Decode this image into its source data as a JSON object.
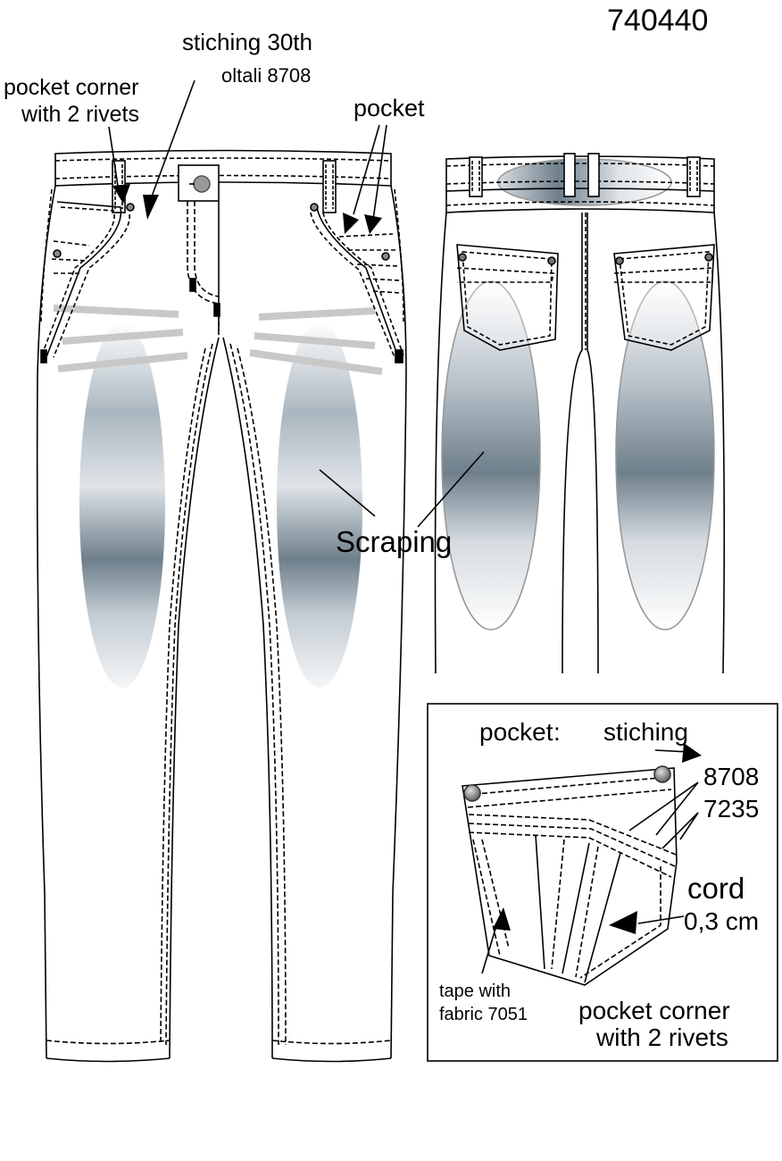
{
  "style_number": "740440",
  "labels": {
    "stitching_line1": "stiching  30th",
    "stitching_line2": "oltali 8708",
    "pocket_corner_line1": "pocket corner",
    "pocket_corner_line2": "with 2 rivets",
    "pocket": "pocket",
    "scraping": "Scraping"
  },
  "inset": {
    "title_pocket": "pocket",
    "title_colon": ":",
    "title_stitching": "stiching",
    "thread_1": "8708",
    "thread_2": "7235",
    "cord": "cord",
    "cord_size": "0,3 cm",
    "tape_line1": "tape with",
    "tape_line2": "fabric 7051",
    "pocket_corner_line1": "pocket corner",
    "pocket_corner_line2": "with 2 rivets"
  },
  "colors": {
    "outline": "#000000",
    "scraping_dark": "#6e7f8b",
    "scraping_light": "#ffffff",
    "whisker": "#c8c8c8",
    "rivet": "#9a9a9a"
  }
}
